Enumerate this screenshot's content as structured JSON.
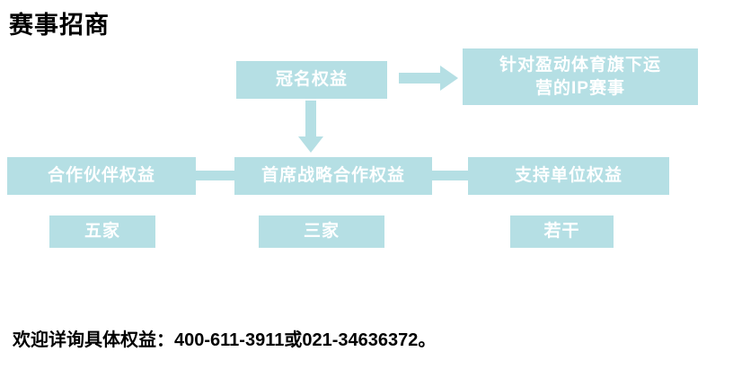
{
  "theme": {
    "box_color": "#b5dfe4",
    "box_text_color": "#ffffff",
    "text_color": "#000000"
  },
  "header": {
    "title": "赛事招商"
  },
  "diagram": {
    "nodes": {
      "naming_rights": {
        "label": "冠名权益"
      },
      "ip_events": {
        "label": "针对盈动体育旗下运营的IP赛事"
      },
      "partner_rights": {
        "label": "合作伙伴权益"
      },
      "chief_strategic_rights": {
        "label": "首席战略合作权益"
      },
      "support_unit_rights": {
        "label": "支持单位权益"
      },
      "partner_count": {
        "label": "五家"
      },
      "chief_count": {
        "label": "三家"
      },
      "support_count": {
        "label": "若干"
      }
    }
  },
  "footer": {
    "contact": "欢迎详询具体权益：400-611-3911或021-34636372。"
  }
}
